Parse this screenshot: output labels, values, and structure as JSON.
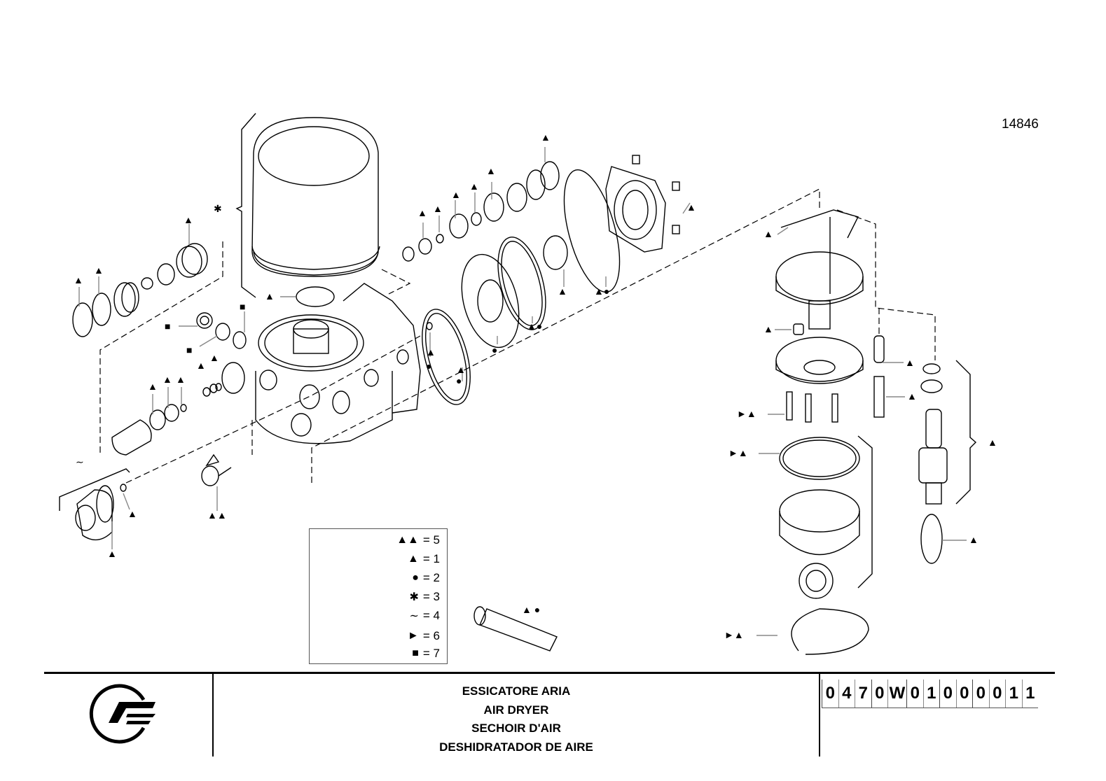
{
  "drawing": {
    "reference_number": "14846",
    "type": "exploded parts diagram"
  },
  "legend": {
    "items": [
      {
        "symbol": "▲▲",
        "symbol_name": "double-triangle",
        "value": "= 5"
      },
      {
        "symbol": "▲",
        "symbol_name": "triangle",
        "value": "= 1"
      },
      {
        "symbol": "●",
        "symbol_name": "circle",
        "value": "= 2"
      },
      {
        "symbol": "✱",
        "symbol_name": "asterisk",
        "value": "= 3"
      },
      {
        "symbol": "∼",
        "symbol_name": "tilde",
        "value": "= 4"
      },
      {
        "symbol": "►",
        "symbol_name": "right-arrow",
        "value": "= 6"
      },
      {
        "symbol": "■",
        "symbol_name": "square",
        "value": "= 7"
      }
    ]
  },
  "labels": {
    "tri": "▲",
    "dtri": "▲▲",
    "tri_dot": "▲●",
    "dot": "●",
    "square": "■",
    "star": "✱",
    "tilde": "∼",
    "arrow_tri": "►▲",
    "tube": "▲ ●"
  },
  "title_block": {
    "titles": [
      "ESSICATORE ARIA",
      "AIR DRYER",
      "SECHOIR D'AIR",
      "DESHIDRATADOR DE AIRE"
    ],
    "code_chars": [
      "0",
      "4",
      "7",
      "0",
      "W",
      "0",
      "1",
      "0",
      "0",
      "0",
      "0",
      "1",
      "1"
    ]
  }
}
